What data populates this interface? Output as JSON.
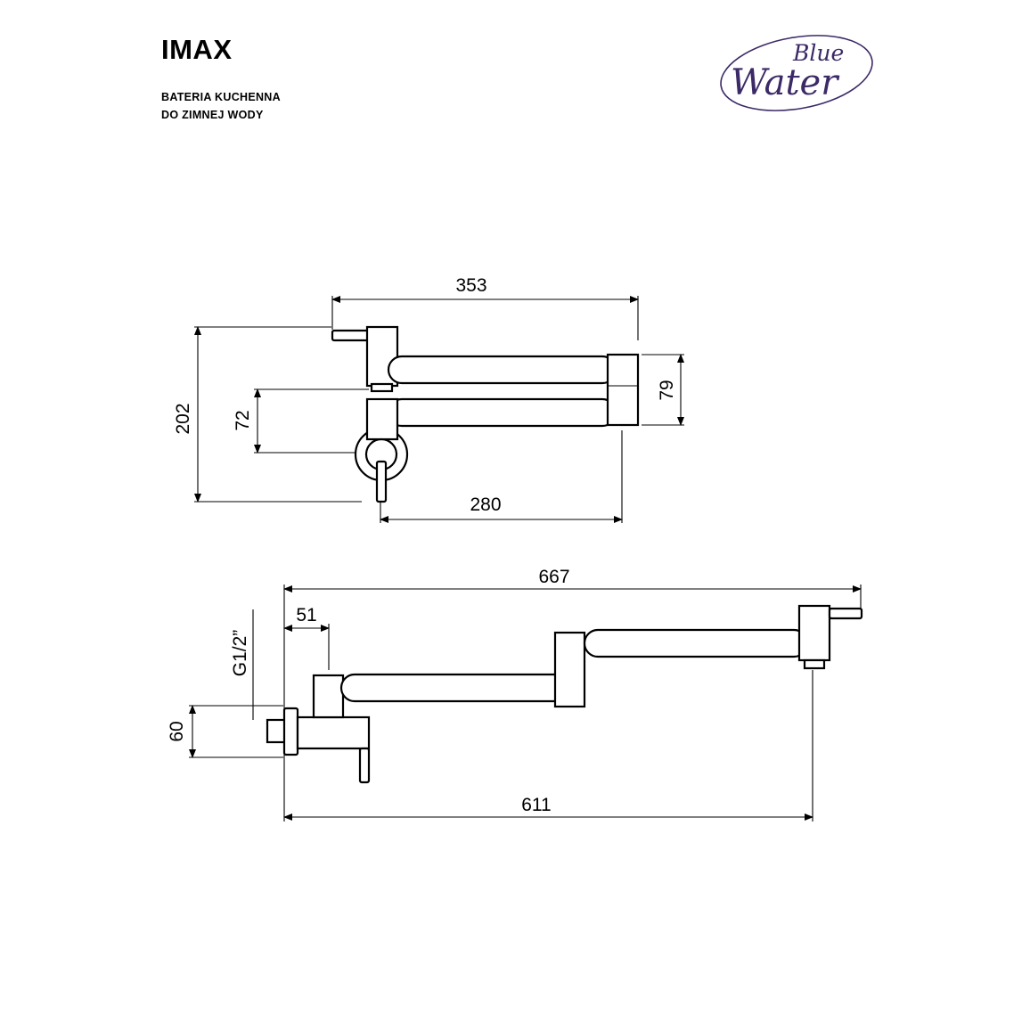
{
  "header": {
    "model": "IMAX",
    "description_lines": [
      "BATERIA KUCHENNA",
      "DO ZIMNEJ WODY"
    ]
  },
  "logo": {
    "word_top": "Blue",
    "word_bottom": "Water",
    "icon": "brand-logo",
    "color": "#3c2a66"
  },
  "top_view": {
    "dimensions": {
      "total_width": "353",
      "total_height": "202",
      "arm_offset": "72",
      "arm_depth": "79",
      "arm_length": "280"
    }
  },
  "side_view": {
    "dimensions": {
      "max_reach": "667",
      "wall_offset": "51",
      "thread": "G1/2”",
      "flange_height": "60",
      "spout_reach": "611"
    }
  }
}
